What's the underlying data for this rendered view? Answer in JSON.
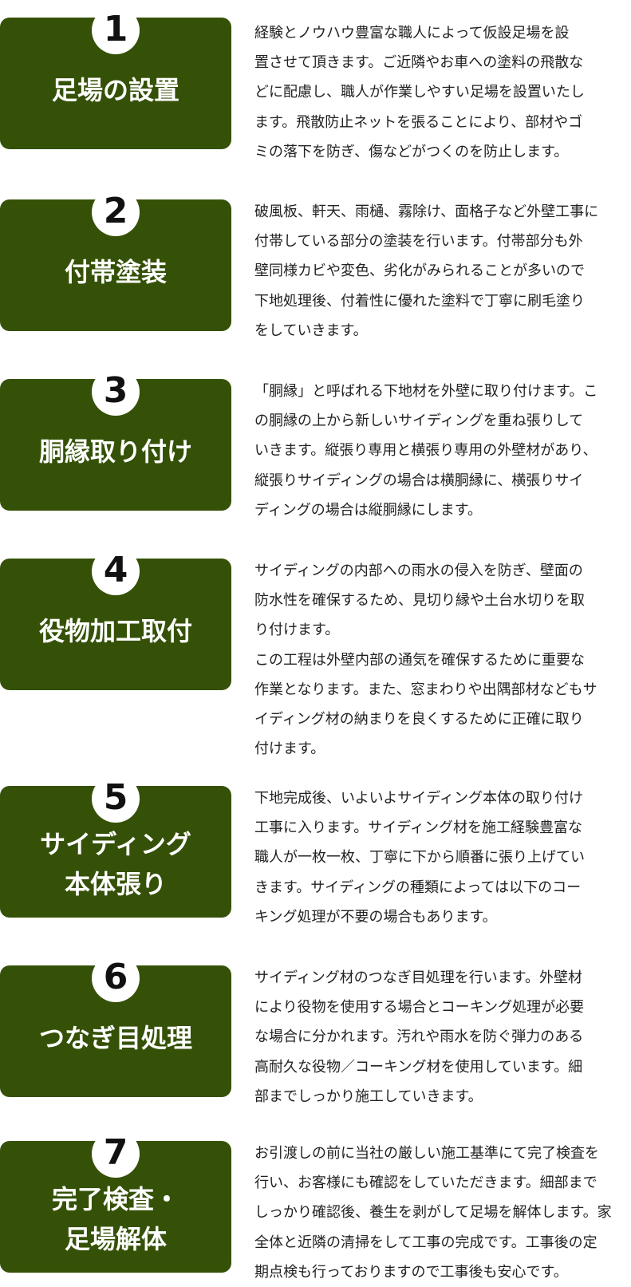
{
  "steps": [
    {
      "number": "1",
      "title": "足場の設置",
      "description": "経験とノウハウ豊富な職人によって仮設足場を設\n置させて頂きます。ご近隣やお車への塗料の飛散な\nどに配慮し、職人が作業しやすい足場を設置いたし\nます。飛散防止ネットを張ることにより、部材やゴ\nミの落下を防ぎ、傷などがつくのを防止します。"
    },
    {
      "number": "2",
      "title": "付帯塗装",
      "description": "破風板、軒天、雨樋、霧除け、面格子など外壁工事に\n付帯している部分の塗装を行います。付帯部分も外\n壁同様カビや変色、劣化がみられることが多いので\n下地処理後、付着性に優れた塗料で丁寧に刷毛塗り\nをしていきます。"
    },
    {
      "number": "3",
      "title": "胴縁取り付け",
      "description": "「胴縁」と呼ばれる下地材を外壁に取り付けます。こ\nの胴縁の上から新しいサイディングを重ね張りして\nいきます。縦張り専用と横張り専用の外壁材があり、\n縦張りサイディングの場合は横胴縁に、横張りサイ\nディングの場合は縦胴縁にします。"
    },
    {
      "number": "4",
      "title": "役物加工取付",
      "description": "サイディングの内部への雨水の侵入を防ぎ、壁面の\n防水性を確保するため、見切り縁や土台水切りを取\nり付けます。\nこの工程は外壁内部の通気を確保するために重要な\n作業となります。また、窓まわりや出隅部材などもサ\nイディング材の納まりを良くするために正確に取り\n付けます。"
    },
    {
      "number": "5",
      "title": "サイディング\n本体張り",
      "description": "下地完成後、いよいよサイディング本体の取り付け\n工事に入ります。サイディング材を施工経験豊富な\n職人が一枚一枚、丁寧に下から順番に張り上げてい\nきます。サイディングの種類によっては以下のコー\nキング処理が不要の場合もあります。"
    },
    {
      "number": "6",
      "title": "つなぎ目処理",
      "description": "サイディング材のつなぎ目処理を行います。外壁材\nにより役物を使用する場合とコーキング処理が必要\nな場合に分かれます。汚れや雨水を防ぐ弾力のある\n高耐久な役物／コーキング材を使用しています。細\n部までしっかり施工していきます。"
    },
    {
      "number": "7",
      "title": "完了検査・\n足場解体",
      "description": "お引渡しの前に当社の厳しい施工基準にて完了検査を\n行い、お客様にも確認をしていただきます。細部まで\nしっかり確認後、養生を剥がして足場を解体します。家\n全体と近隣の清掃をして工事の完成です。工事後の定\n期点検も行っておりますので工事後も安心です。"
    }
  ],
  "colors": {
    "box_background": "#355107",
    "number_badge": "#ffffff",
    "text": "#222222"
  }
}
